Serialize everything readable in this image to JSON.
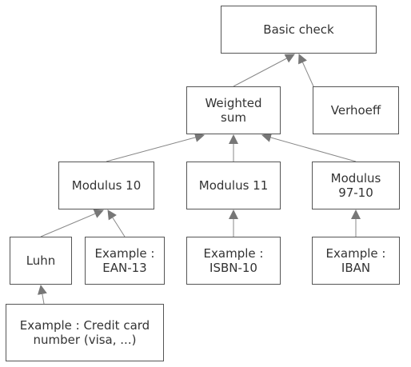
{
  "diagram": {
    "nodes": {
      "basic_check": "Basic check",
      "weighted_sum": "Weighted\nsum",
      "verhoeff": "Verhoeff",
      "modulus_10": "Modulus 10",
      "modulus_11": "Modulus 11",
      "modulus_97_10": "Modulus\n97-10",
      "luhn": "Luhn",
      "example_ean13": "Example :\nEAN-13",
      "example_isbn10": "Example :\nISBN-10",
      "example_iban": "Example :\nIBAN",
      "example_credit_card": "Example : Credit card\nnumber (visa, ...)"
    },
    "edges": [
      {
        "from": "weighted_sum",
        "to": "basic_check"
      },
      {
        "from": "verhoeff",
        "to": "basic_check"
      },
      {
        "from": "modulus_10",
        "to": "weighted_sum"
      },
      {
        "from": "modulus_11",
        "to": "weighted_sum"
      },
      {
        "from": "modulus_97_10",
        "to": "weighted_sum"
      },
      {
        "from": "luhn",
        "to": "modulus_10"
      },
      {
        "from": "example_ean13",
        "to": "modulus_10"
      },
      {
        "from": "example_isbn10",
        "to": "modulus_11"
      },
      {
        "from": "example_iban",
        "to": "modulus_97_10"
      },
      {
        "from": "example_credit_card",
        "to": "luhn"
      }
    ],
    "colors": {
      "line": "#888888",
      "arrowhead": "#777777",
      "border": "#555555",
      "text": "#333333"
    }
  }
}
